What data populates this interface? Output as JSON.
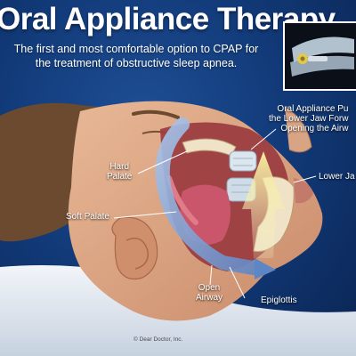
{
  "title": "Oral Appliance Therapy",
  "subtitle": "The first and most comfortable option to CPAP for the treatment of obstructive sleep apnea.",
  "labels": {
    "appliance_line1": "Oral Appliance Pu",
    "appliance_line2": "the Lower Jaw Forw",
    "appliance_line3": "Opening the Airw",
    "lower_jaw": "Lower Ja",
    "hard_palate_line1": "Hard",
    "hard_palate_line2": "Palate",
    "soft_palate": "Soft Palate",
    "open_airway_line1": "Open",
    "open_airway_line2": "Airway",
    "epiglottis": "Epiglottis"
  },
  "copyright": "© Dear Doctor, Inc.",
  "colors": {
    "background": "#123b7a",
    "title_text": "#ffffff",
    "airflow_arrow": "#7fa3d6",
    "jaw_arrow": "#f3e9a0",
    "pillow": "#dfe6ef",
    "skin": "#d9a483"
  }
}
